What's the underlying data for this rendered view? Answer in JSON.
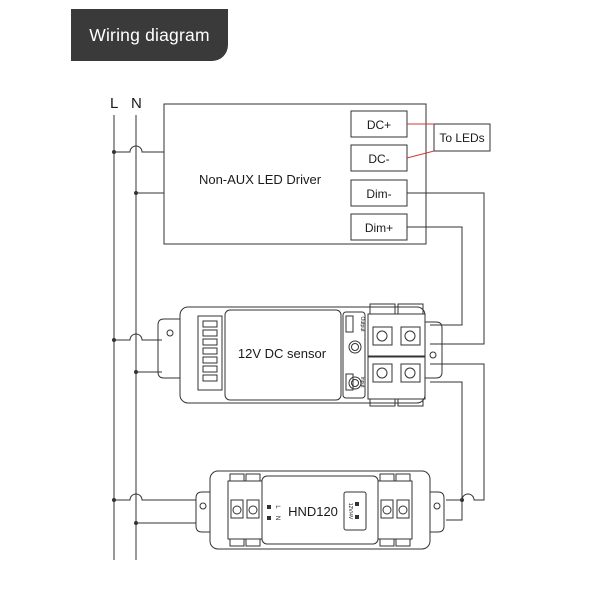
{
  "title": "Wiring diagram",
  "rails": {
    "live": "L",
    "neutral": "N"
  },
  "driver": {
    "label": "Non-AUX LED Driver",
    "terminals": [
      "DC+",
      "DC-",
      "Dim-",
      "Dim+"
    ]
  },
  "to_leds": "To LEDs",
  "sensor": {
    "label": "12V DC sensor",
    "port_output": "Output",
    "port_input": "Input"
  },
  "hnd": {
    "label": "HND120",
    "left_terminals": [
      "L",
      "N"
    ],
    "right_port": "12V/4V"
  },
  "colors": {
    "line": "#333333",
    "led_link": "#d23a3a",
    "badge": "#3a3a3a"
  }
}
